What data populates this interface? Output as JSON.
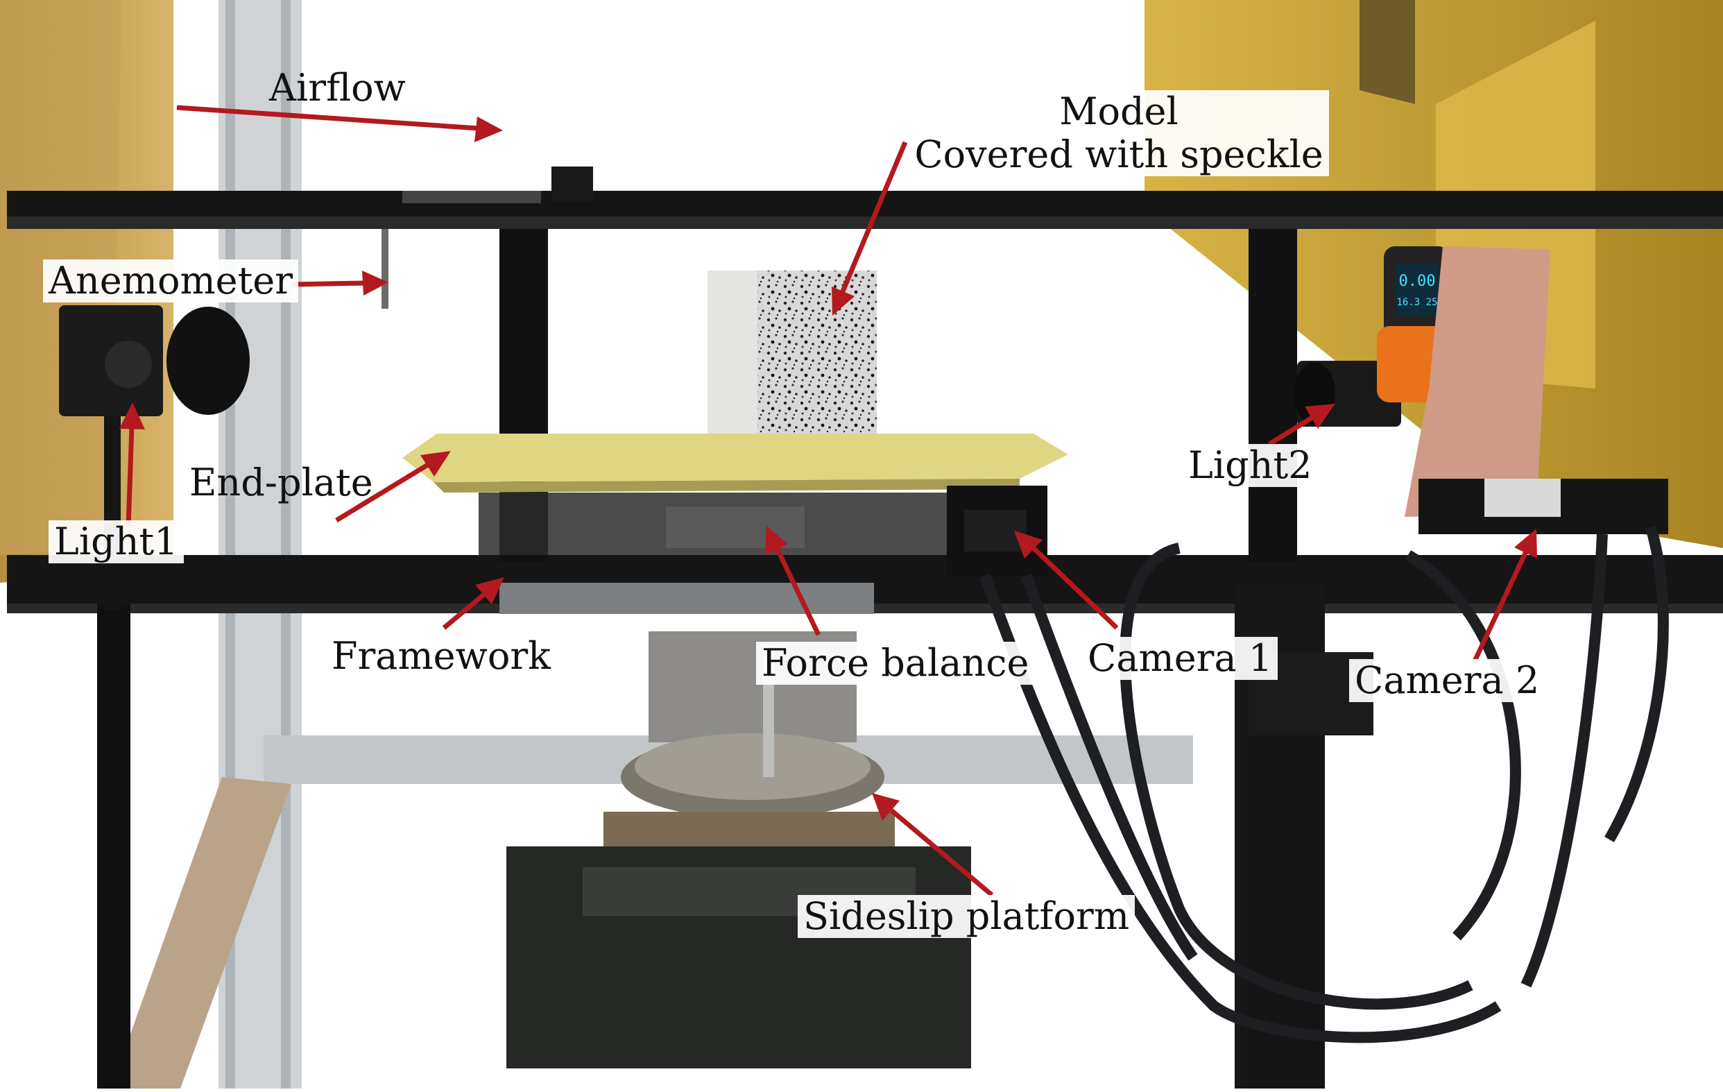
{
  "labels": {
    "airflow": "Airflow",
    "model_line1": "Model",
    "model_line2": "Covered with speckle",
    "anemometer": "Anemometer",
    "light1": "Light1",
    "light2": "Light2",
    "end_plate": "End-plate",
    "framework": "Framework",
    "force_balance": "Force balance",
    "camera1": "Camera 1",
    "camera2": "Camera 2",
    "sideslip_platform": "Sideslip platform"
  },
  "device_readout": {
    "line1": "0.00",
    "line2": "16.3 25"
  },
  "colors": {
    "arrow": "#b3191e",
    "tunnel_wall": "#c9a336",
    "frame_black": "#141414",
    "end_plate_yellow": "#ddd27a",
    "post_gray": "#c9cdd1",
    "speckle_panel": "#a9a9a9"
  }
}
